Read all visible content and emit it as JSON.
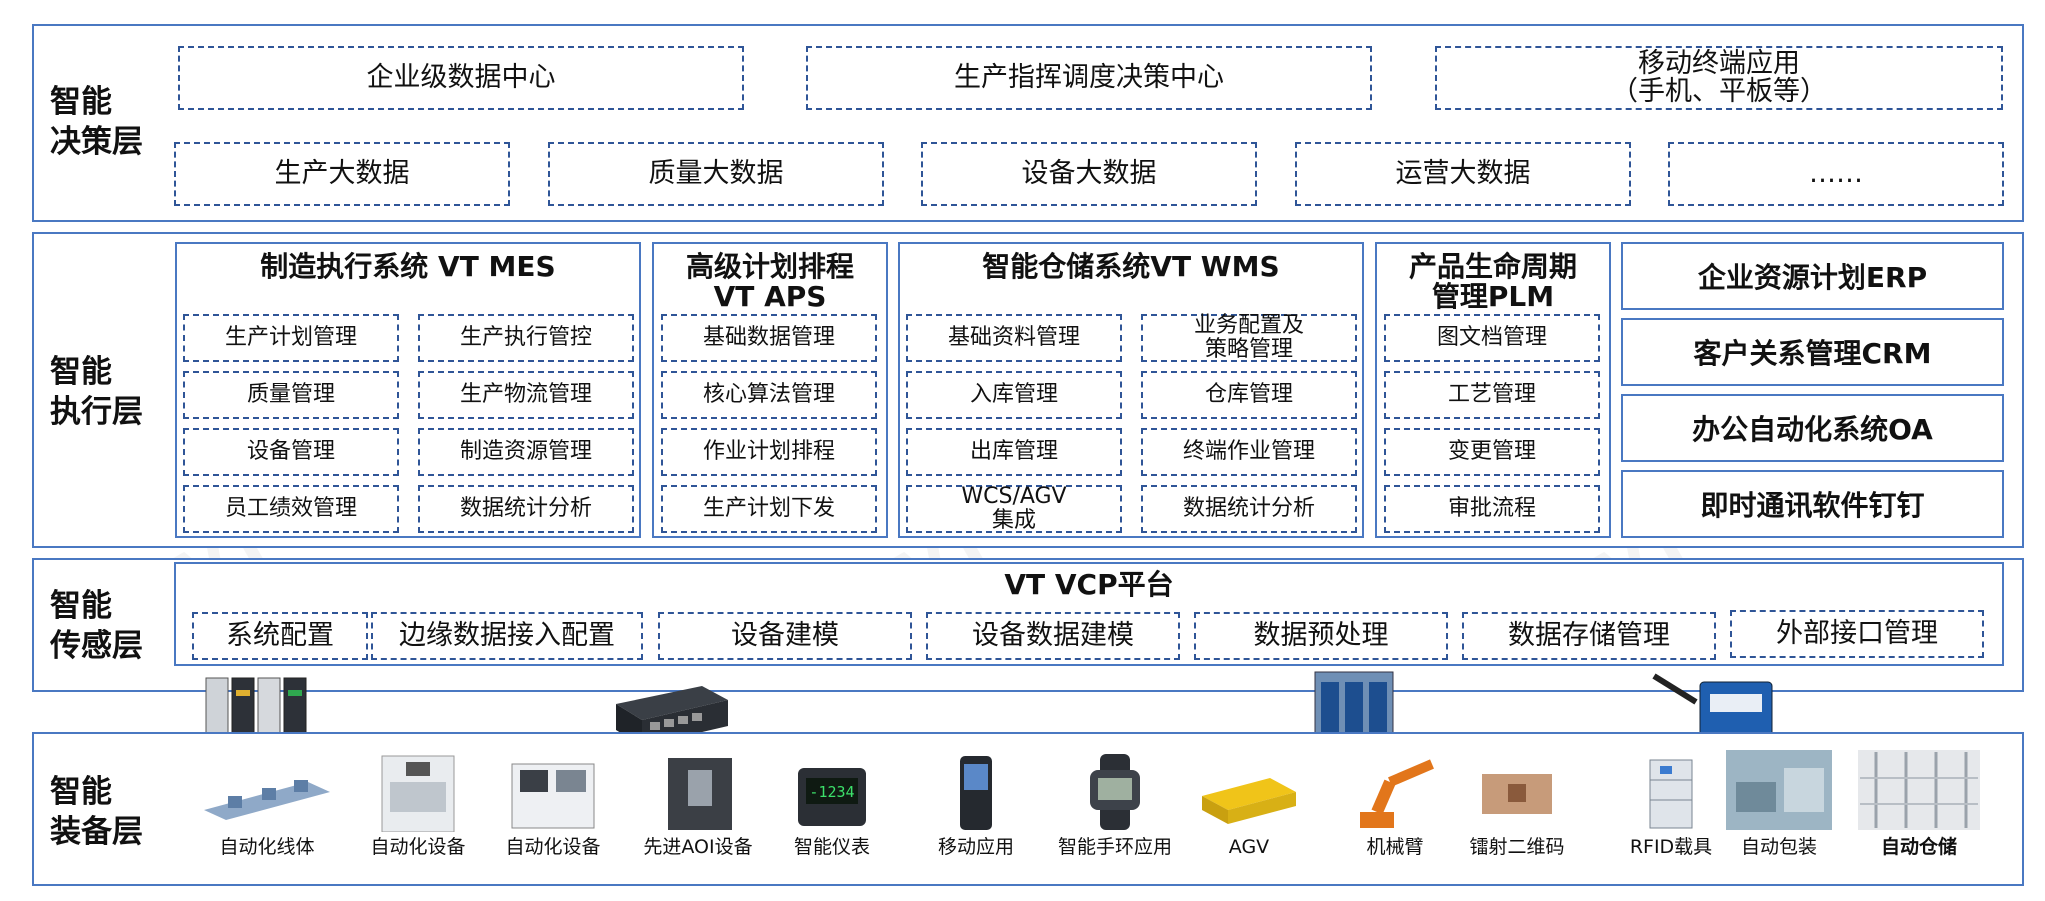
{
  "decision": {
    "title": "智能决策层",
    "title_l1": "智能",
    "title_l2": "决策层",
    "row1": [
      "企业级数据中心",
      "生产指挥调度决策中心"
    ],
    "mobile_l1": "移动终端应用",
    "mobile_l2": "（手机、平板等）",
    "row2": [
      "生产大数据",
      "质量大数据",
      "设备大数据",
      "运营大数据",
      "……"
    ]
  },
  "execution": {
    "title_l1": "智能",
    "title_l2": "执行层",
    "mes": {
      "title": "制造执行系统 VT MES",
      "col1": [
        "生产计划管理",
        "质量管理",
        "设备管理",
        "员工绩效管理"
      ],
      "col2": [
        "生产执行管控",
        "生产物流管理",
        "制造资源管理",
        "数据统计分析"
      ]
    },
    "aps": {
      "title_l1": "高级计划排程",
      "title_l2": "VT APS",
      "items": [
        "基础数据管理",
        "核心算法管理",
        "作业计划排程",
        "生产计划下发"
      ]
    },
    "wms": {
      "title": "智能仓储系统VT WMS",
      "col1": [
        "基础资料管理",
        "入库管理",
        "出库管理",
        "WCS/AGV 集成"
      ],
      "col1_last_l1": "WCS/AGV",
      "col1_last_l2": "集成",
      "col2_first_l1": "业务配置及",
      "col2_first_l2": "策略管理",
      "col2": [
        "仓库管理",
        "终端作业管理",
        "数据统计分析"
      ]
    },
    "plm": {
      "title_l1": "产品生命周期",
      "title_l2": "管理PLM",
      "items": [
        "图文档管理",
        "工艺管理",
        "变更管理",
        "审批流程"
      ]
    },
    "right": [
      "企业资源计划ERP",
      "客户关系管理CRM",
      "办公自动化系统OA",
      "即时通讯软件钉钉"
    ]
  },
  "sensing": {
    "title_l1": "智能",
    "title_l2": "传感层",
    "platform": "VT VCP平台",
    "items": [
      "系统配置",
      "边缘数据接入配置",
      "设备建模",
      "设备数据建模",
      "数据预处理",
      "数据存储管理",
      "外部接口管理"
    ]
  },
  "equipment": {
    "title_l1": "智能",
    "title_l2": "装备层",
    "items": [
      "自动化线体",
      "自动化设备",
      "自动化设备",
      "先进AOI设备",
      "智能仪表",
      "移动应用",
      "智能手环应用",
      "AGV",
      "机械臂",
      "镭射二维码",
      "RFID载具",
      "自动包装",
      "自动仓储"
    ],
    "meter_display": "-1234"
  },
  "colors": {
    "border": "#4a78c2",
    "dashed": "#2f5597",
    "watermark": "#969696"
  }
}
